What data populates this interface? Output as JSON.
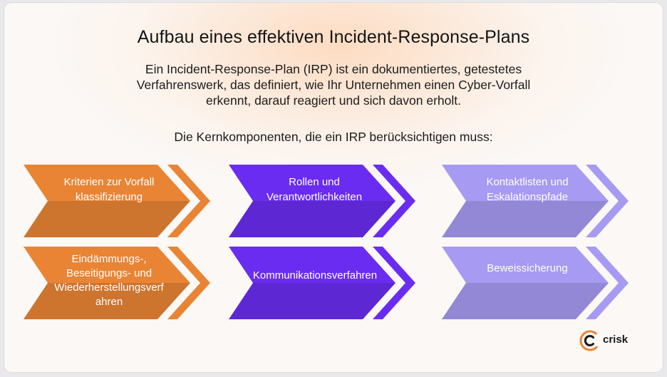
{
  "title": "Aufbau eines effektiven Incident-Response-Plans",
  "intro_lines": [
    "Ein Incident-Response-Plan (IRP) ist ein dokumentiertes, getestetes",
    "Verfahrenswerk, das definiert, wie Ihr Unternehmen einen Cyber-Vorfall",
    "erkennt, darauf reagiert und sich davon erholt."
  ],
  "subtitle": "Die Kernkomponenten, die ein IRP berücksichtigen muss:",
  "colors": {
    "orange": "#e98435",
    "purple": "#6a2cf0",
    "lavender": "#a79af2"
  },
  "components": [
    {
      "lines": [
        "Kriterien zur Vorfall",
        "klassifizierung"
      ],
      "color": "orange"
    },
    {
      "lines": [
        "Rollen und",
        "Verantwortlichkeiten"
      ],
      "color": "purple"
    },
    {
      "lines": [
        "Kontaktlisten und",
        "Eskalationspfade"
      ],
      "color": "lavender"
    },
    {
      "lines": [
        "Eindämmungs-,",
        "Beseitigungs- und",
        "Wiederherstellungsverf",
        "ahren"
      ],
      "color": "orange"
    },
    {
      "lines": [
        "Kommunikationsverfahren"
      ],
      "color": "purple"
    },
    {
      "lines": [
        "Beweissicherung"
      ],
      "color": "lavender"
    }
  ],
  "logo": {
    "text": "crisk",
    "icon": "crisk-logo-icon"
  }
}
